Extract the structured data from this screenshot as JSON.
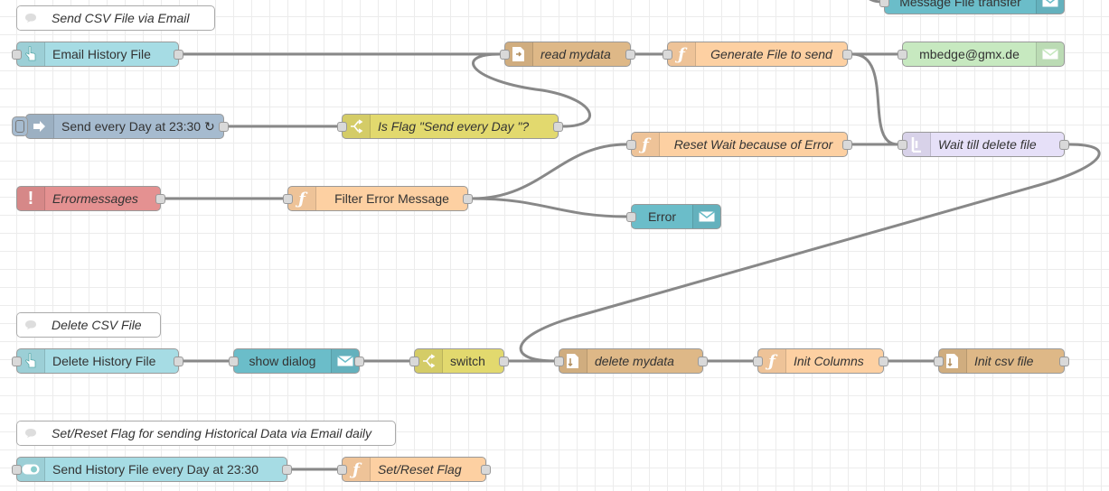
{
  "nodes": {
    "comment_send_csv": "Send CSV File via Email",
    "email_history_file": "Email History File",
    "read_mydata": "read mydata",
    "generate_file": "Generate File to send",
    "mbedge_email": "mbedge@gmx.de",
    "message_file_transfer": "Message File transfer",
    "send_every_day": "Send every Day at 23:30 ↻",
    "is_flag": "Is Flag \"Send every Day \"?",
    "reset_wait": "Reset Wait because of Error",
    "wait_till_delete": "Wait till delete file",
    "errormessages": "Errormessages",
    "filter_error": "Filter Error Message",
    "error_notify": "Error",
    "comment_delete_csv": "Delete CSV File",
    "delete_history_file": "Delete History File",
    "show_dialog": "show dialog",
    "switch": "switch",
    "delete_mydata": "delete mydata",
    "init_columns": "Init Columns",
    "init_csv_file": "Init csv file",
    "comment_set_reset": "Set/Reset Flag for sending Historical Data via Email daily",
    "send_history_every_day": "Send History File every Day at 23:30",
    "set_reset_flag": "Set/Reset Flag"
  },
  "colors": {
    "function": "#fdd0a2",
    "file": "#deb887",
    "email": "#c7e9c0",
    "switch": "#e2d96e",
    "inject": "#a6bbcf",
    "catch": "#e49191",
    "ui_notification": "#6bbdc9",
    "ui_button": "#a6dce4",
    "delay": "#e6e0f8",
    "wire": "#888888"
  },
  "icons": {
    "comment": "comment-icon",
    "button": "hand-pointer-icon",
    "file": "file-icon",
    "function": "function-icon",
    "email": "envelope-icon",
    "inject": "arrow-right-icon",
    "switch": "switch-icon",
    "delay": "timer-icon",
    "catch": "exclamation-icon",
    "ui_switch": "toggle-icon"
  }
}
